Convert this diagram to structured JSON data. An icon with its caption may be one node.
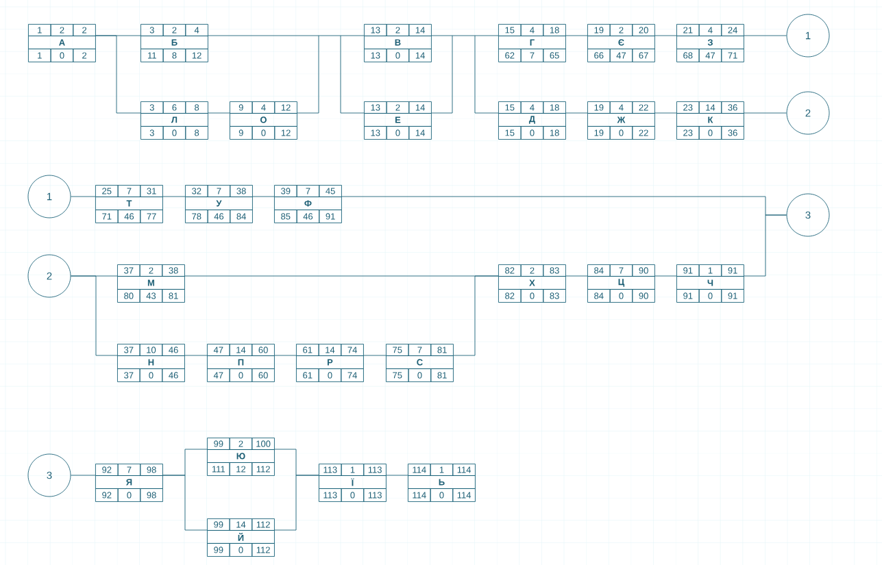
{
  "diagram": {
    "nodes": [
      {
        "text": [
          "1",
          "2",
          "2",
          "А",
          "1",
          "0",
          "2"
        ]
      },
      {
        "text": [
          "3",
          "2",
          "4",
          "Б",
          "11",
          "8",
          "12"
        ]
      },
      {
        "text": [
          "13",
          "2",
          "14",
          "В",
          "13",
          "0",
          "14"
        ]
      },
      {
        "text": [
          "15",
          "4",
          "18",
          "Г",
          "62",
          "7",
          "65"
        ]
      },
      {
        "text": [
          "19",
          "2",
          "20",
          "Є",
          "66",
          "47",
          "67"
        ]
      },
      {
        "text": [
          "21",
          "4",
          "24",
          "З",
          "68",
          "47",
          "71"
        ]
      },
      {
        "text": [
          "1"
        ]
      },
      {
        "text": [
          "3",
          "6",
          "8",
          "Л",
          "3",
          "0",
          "8"
        ]
      },
      {
        "text": [
          "9",
          "4",
          "12",
          "О",
          "9",
          "0",
          "12"
        ]
      },
      {
        "text": [
          "13",
          "2",
          "14",
          "Е",
          "13",
          "0",
          "14"
        ]
      },
      {
        "text": [
          "15",
          "4",
          "18",
          "Д",
          "15",
          "0",
          "18"
        ]
      },
      {
        "text": [
          "19",
          "4",
          "22",
          "Ж",
          "19",
          "0",
          "22"
        ]
      },
      {
        "text": [
          "23",
          "14",
          "36",
          "К",
          "23",
          "0",
          "36"
        ]
      },
      {
        "text": [
          "2"
        ]
      },
      {
        "text": [
          "1"
        ]
      },
      {
        "text": [
          "25",
          "7",
          "31",
          "Т",
          "71",
          "46",
          "77"
        ]
      },
      {
        "text": [
          "32",
          "7",
          "38",
          "У",
          "78",
          "46",
          "84"
        ]
      },
      {
        "text": [
          "39",
          "7",
          "45",
          "Ф",
          "85",
          "46",
          "91"
        ]
      },
      {
        "text": [
          "3"
        ]
      },
      {
        "text": [
          "2"
        ]
      },
      {
        "text": [
          "37",
          "2",
          "38",
          "М",
          "80",
          "43",
          "81"
        ]
      },
      {
        "text": [
          "82",
          "2",
          "83",
          "Х",
          "82",
          "0",
          "83"
        ]
      },
      {
        "text": [
          "84",
          "7",
          "90",
          "Ц",
          "84",
          "0",
          "90"
        ]
      },
      {
        "text": [
          "91",
          "1",
          "91",
          "Ч",
          "91",
          "0",
          "91"
        ]
      },
      {
        "text": [
          "37",
          "10",
          "46",
          "Н",
          "37",
          "0",
          "46"
        ]
      },
      {
        "text": [
          "47",
          "14",
          "60",
          "П",
          "47",
          "0",
          "60"
        ]
      },
      {
        "text": [
          "61",
          "14",
          "74",
          "Р",
          "61",
          "0",
          "74"
        ]
      },
      {
        "text": [
          "75",
          "7",
          "81",
          "С",
          "75",
          "0",
          "81"
        ]
      },
      {
        "text": [
          "3"
        ]
      },
      {
        "text": [
          "99",
          "2",
          "100",
          "Ю",
          "111",
          "12",
          "112"
        ]
      },
      {
        "text": [
          "92",
          "7",
          "98",
          "Я",
          "92",
          "0",
          "98"
        ]
      },
      {
        "text": [
          "113",
          "1",
          "113",
          "Ї",
          "113",
          "0",
          "113"
        ]
      },
      {
        "text": [
          "114",
          "1",
          "114",
          "Ь",
          "114",
          "0",
          "114"
        ]
      },
      {
        "text": [
          "99",
          "14",
          "112",
          "Й",
          "99",
          "0",
          "112"
        ]
      }
    ],
    "edges": [
      {
        "from": 0,
        "to": 1,
        "arrow": "none"
      },
      {
        "from": 0,
        "to": 7,
        "arrow": "none"
      },
      {
        "from": 7,
        "to": 8,
        "arrow": "none"
      },
      {
        "from": 1,
        "to": 2,
        "arrow": "none"
      },
      {
        "from": 1,
        "to": 9,
        "arrow": "none"
      },
      {
        "from": 8,
        "to": 2,
        "arrow": "none"
      },
      {
        "from": 8,
        "to": 9,
        "arrow": "none"
      },
      {
        "from": 2,
        "to": 3,
        "arrow": "none"
      },
      {
        "from": 2,
        "to": 10,
        "arrow": "none"
      },
      {
        "from": 9,
        "to": 3,
        "arrow": "none"
      },
      {
        "from": 9,
        "to": 10,
        "arrow": "none"
      },
      {
        "from": 3,
        "to": 4,
        "arrow": "none"
      },
      {
        "from": 4,
        "to": 5,
        "arrow": "none"
      },
      {
        "from": 5,
        "to": 6,
        "arrow": "none"
      },
      {
        "from": 10,
        "to": 11,
        "arrow": "none"
      },
      {
        "from": 11,
        "to": 12,
        "arrow": "none"
      },
      {
        "from": 12,
        "to": 13,
        "arrow": "none"
      },
      {
        "from": 14,
        "to": 15,
        "arrow": "none"
      },
      {
        "from": 15,
        "to": 16,
        "arrow": "none"
      },
      {
        "from": 16,
        "to": 17,
        "arrow": "none"
      },
      {
        "from": 17,
        "to": 18,
        "arrow": "none"
      },
      {
        "from": 19,
        "to": 20,
        "arrow": "none"
      },
      {
        "from": 19,
        "to": 24,
        "arrow": "none"
      },
      {
        "from": 20,
        "to": 21,
        "arrow": "none"
      },
      {
        "from": 24,
        "to": 25,
        "arrow": "none"
      },
      {
        "from": 25,
        "to": 26,
        "arrow": "none"
      },
      {
        "from": 26,
        "to": 27,
        "arrow": "none"
      },
      {
        "from": 27,
        "to": 21,
        "arrow": "none"
      },
      {
        "from": 21,
        "to": 22,
        "arrow": "none"
      },
      {
        "from": 22,
        "to": 23,
        "arrow": "none"
      },
      {
        "from": 23,
        "to": 18,
        "arrow": "none"
      },
      {
        "from": 28,
        "to": 30,
        "arrow": "none"
      },
      {
        "from": 30,
        "to": 29,
        "arrow": "none"
      },
      {
        "from": 30,
        "to": 33,
        "arrow": "none"
      },
      {
        "from": 29,
        "to": 31,
        "arrow": "none"
      },
      {
        "from": 33,
        "to": 31,
        "arrow": "none"
      },
      {
        "from": 31,
        "to": 32,
        "arrow": "none"
      }
    ]
  }
}
